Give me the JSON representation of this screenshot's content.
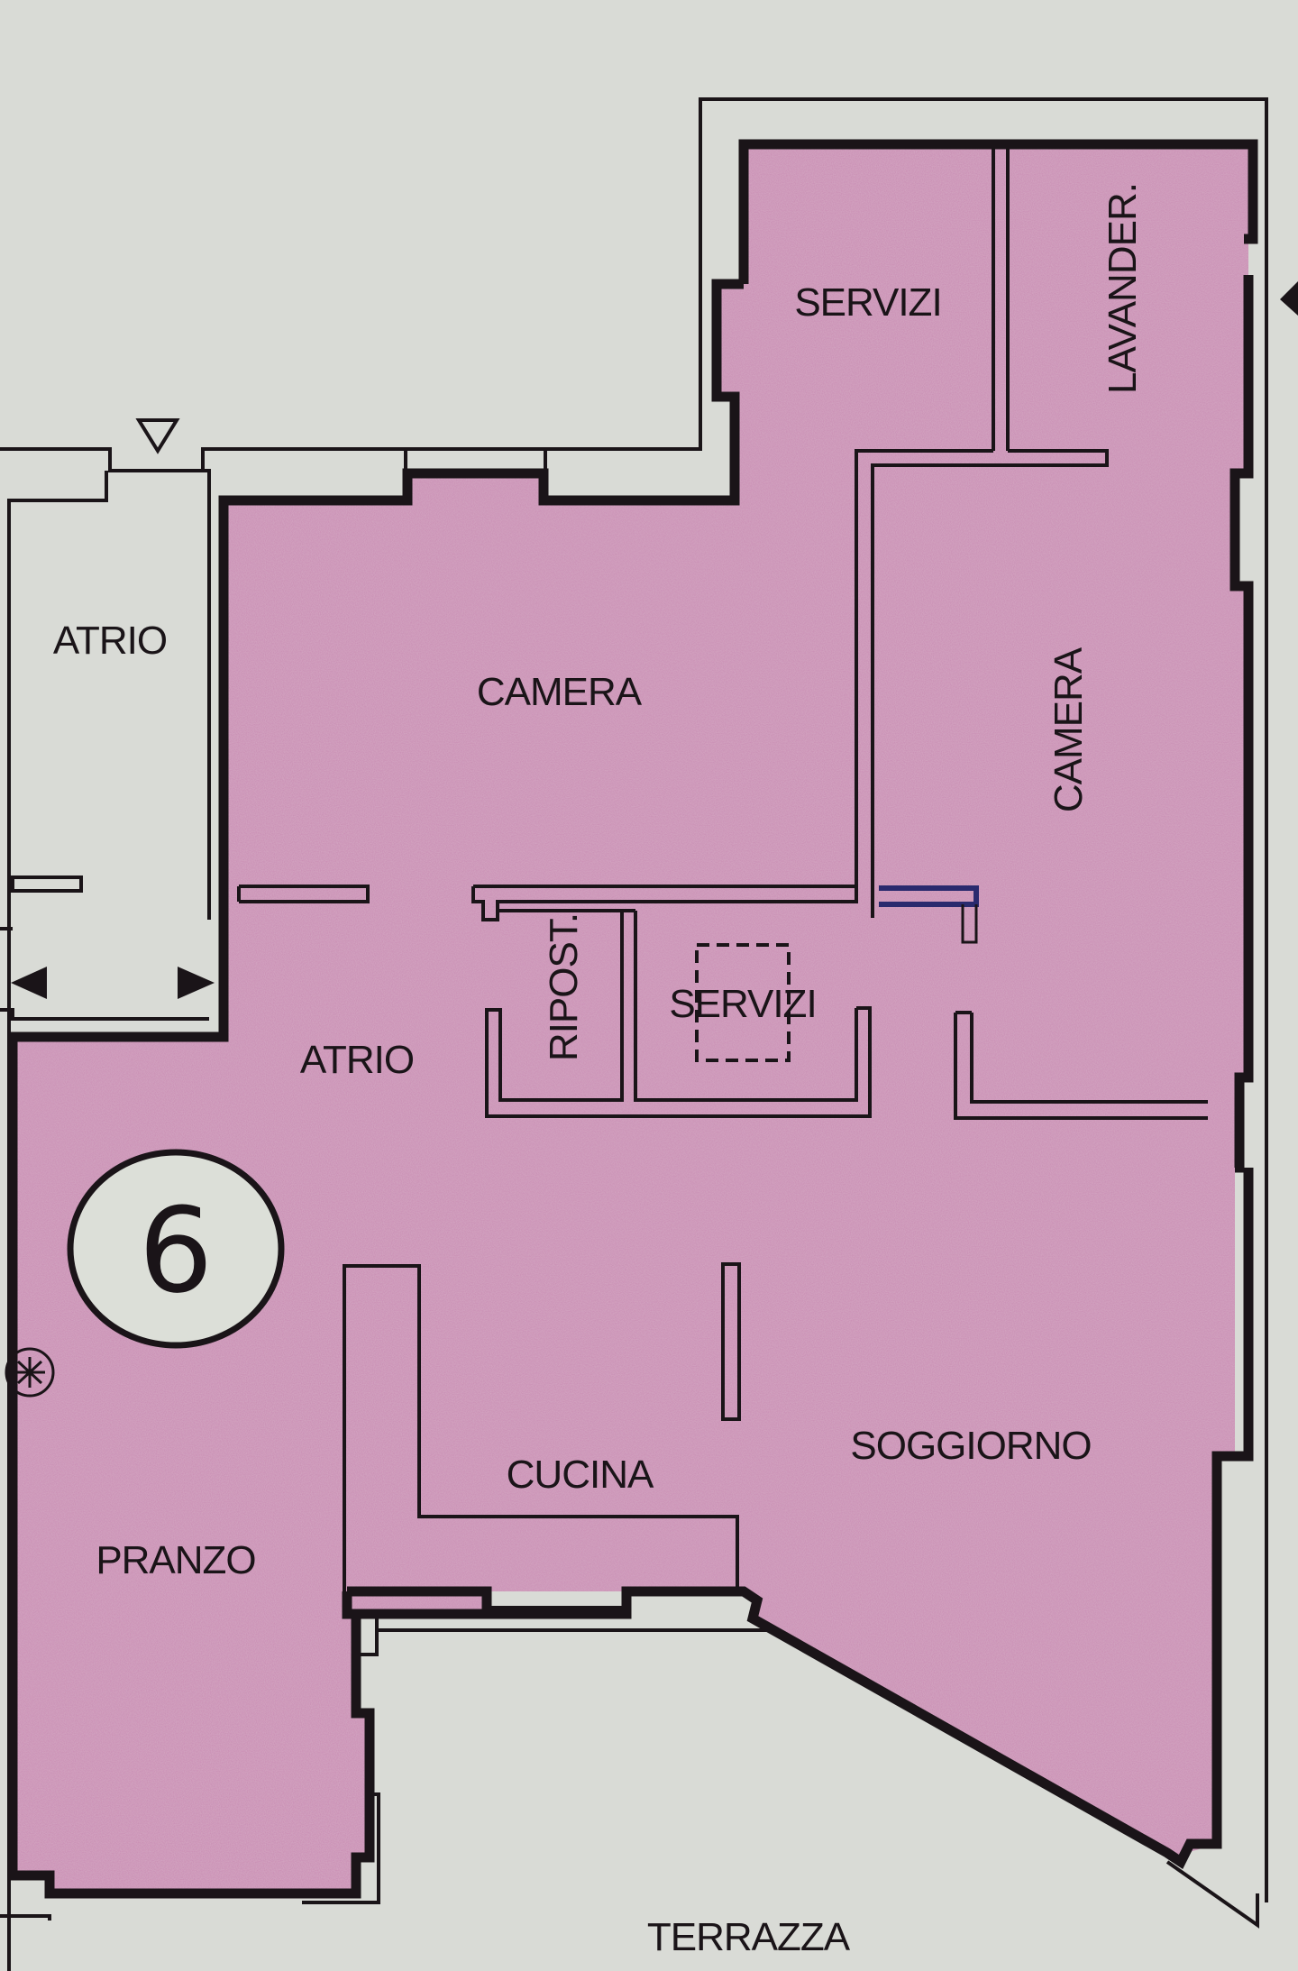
{
  "plan": {
    "unit_number": "6",
    "colors": {
      "paper": "#d9dbd6",
      "unit_fill": "#c98bb2",
      "wall": "#1a1418",
      "annotation_ink": "#2a2a6e"
    },
    "rooms": [
      {
        "id": "servizi-top",
        "label": "SERVIZI",
        "orientation": "horizontal"
      },
      {
        "id": "lavanderia",
        "label": "LAVANDER.",
        "orientation": "vertical"
      },
      {
        "id": "atrio-common",
        "label": "ATRIO",
        "orientation": "horizontal",
        "inside_unit": false
      },
      {
        "id": "camera-main",
        "label": "CAMERA",
        "orientation": "horizontal"
      },
      {
        "id": "camera-right",
        "label": "CAMERA",
        "orientation": "vertical"
      },
      {
        "id": "ripostiglio",
        "label": "RIPOST.",
        "orientation": "vertical"
      },
      {
        "id": "servizi-center",
        "label": "SERVIZI",
        "orientation": "horizontal"
      },
      {
        "id": "atrio-unit",
        "label": "ATRIO",
        "orientation": "horizontal"
      },
      {
        "id": "cucina",
        "label": "CUCINA",
        "orientation": "horizontal"
      },
      {
        "id": "soggiorno",
        "label": "SOGGIORNO",
        "orientation": "horizontal"
      },
      {
        "id": "pranzo",
        "label": "PRANZO",
        "orientation": "horizontal"
      },
      {
        "id": "terrazza",
        "label": "TERRAZZA",
        "orientation": "horizontal",
        "inside_unit": false
      }
    ],
    "symbols": [
      {
        "name": "entry-arrow-down",
        "glyph": "▽"
      },
      {
        "name": "stair-arrow-left",
        "glyph": "◀"
      },
      {
        "name": "stair-arrow-right",
        "glyph": "▶"
      },
      {
        "name": "edge-arrow-left",
        "glyph": "◀"
      },
      {
        "name": "utility-symbol",
        "glyph": "⊛"
      },
      {
        "name": "shower-tray-dashed",
        "glyph": "⬚"
      }
    ]
  }
}
